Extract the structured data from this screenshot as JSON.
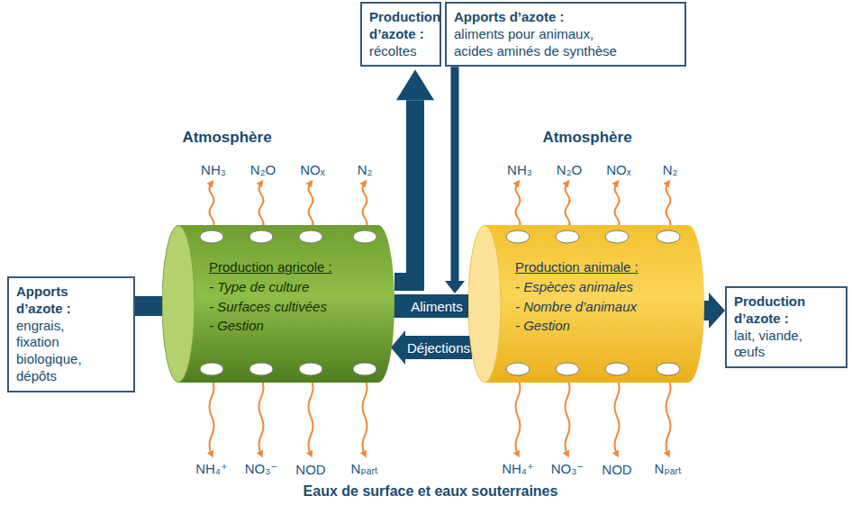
{
  "diagram": {
    "nodes": [
      {
        "text": [
          "Production d’azote :",
          "récoltes"
        ]
      },
      {
        "text": [
          "Apports d’azote :",
          "aliments pour animaux, acides aminés de synthèse"
        ]
      },
      {
        "text": [
          "Apports d’azote :",
          "engrais, fixation biologique, dépôts"
        ]
      },
      {
        "text": [
          "Production agricole :",
          "- Type de culture",
          "- Surfaces cultivées",
          "- Gestion"
        ]
      },
      {
        "text": [
          "Production animale :",
          "- Espèces animales",
          "- Nombre d’animaux",
          "- Gestion"
        ]
      },
      {
        "text": [
          "Production d’azote :",
          "lait, viande, œufs"
        ]
      }
    ],
    "edges": [
      {
        "from": 2,
        "to": 3,
        "arrow": "to"
      },
      {
        "from": 3,
        "to": 0,
        "arrow": "to"
      },
      {
        "from": 1,
        "to": 4,
        "arrow": "to"
      },
      {
        "from": 3,
        "to": 4,
        "label": "Aliments",
        "arrow": "to"
      },
      {
        "from": 4,
        "to": 3,
        "label": "Déjections",
        "arrow": "to"
      },
      {
        "from": 4,
        "to": 5,
        "arrow": "to"
      }
    ],
    "labels": [
      "Atmosphère",
      "NH₃",
      "N₂O",
      "NOₓ",
      "N₂",
      "Atmosphère",
      "NH₃",
      "N₂O",
      "NOₓ",
      "N₂",
      "NH₄⁺",
      "NO₃⁻",
      "NOD",
      "Nₚₐᵣₜ",
      "NH₄⁺",
      "NO₃⁻",
      "NOD",
      "Nₚₐᵣₜ",
      "Eaux de surface et eaux souterraines"
    ]
  }
}
